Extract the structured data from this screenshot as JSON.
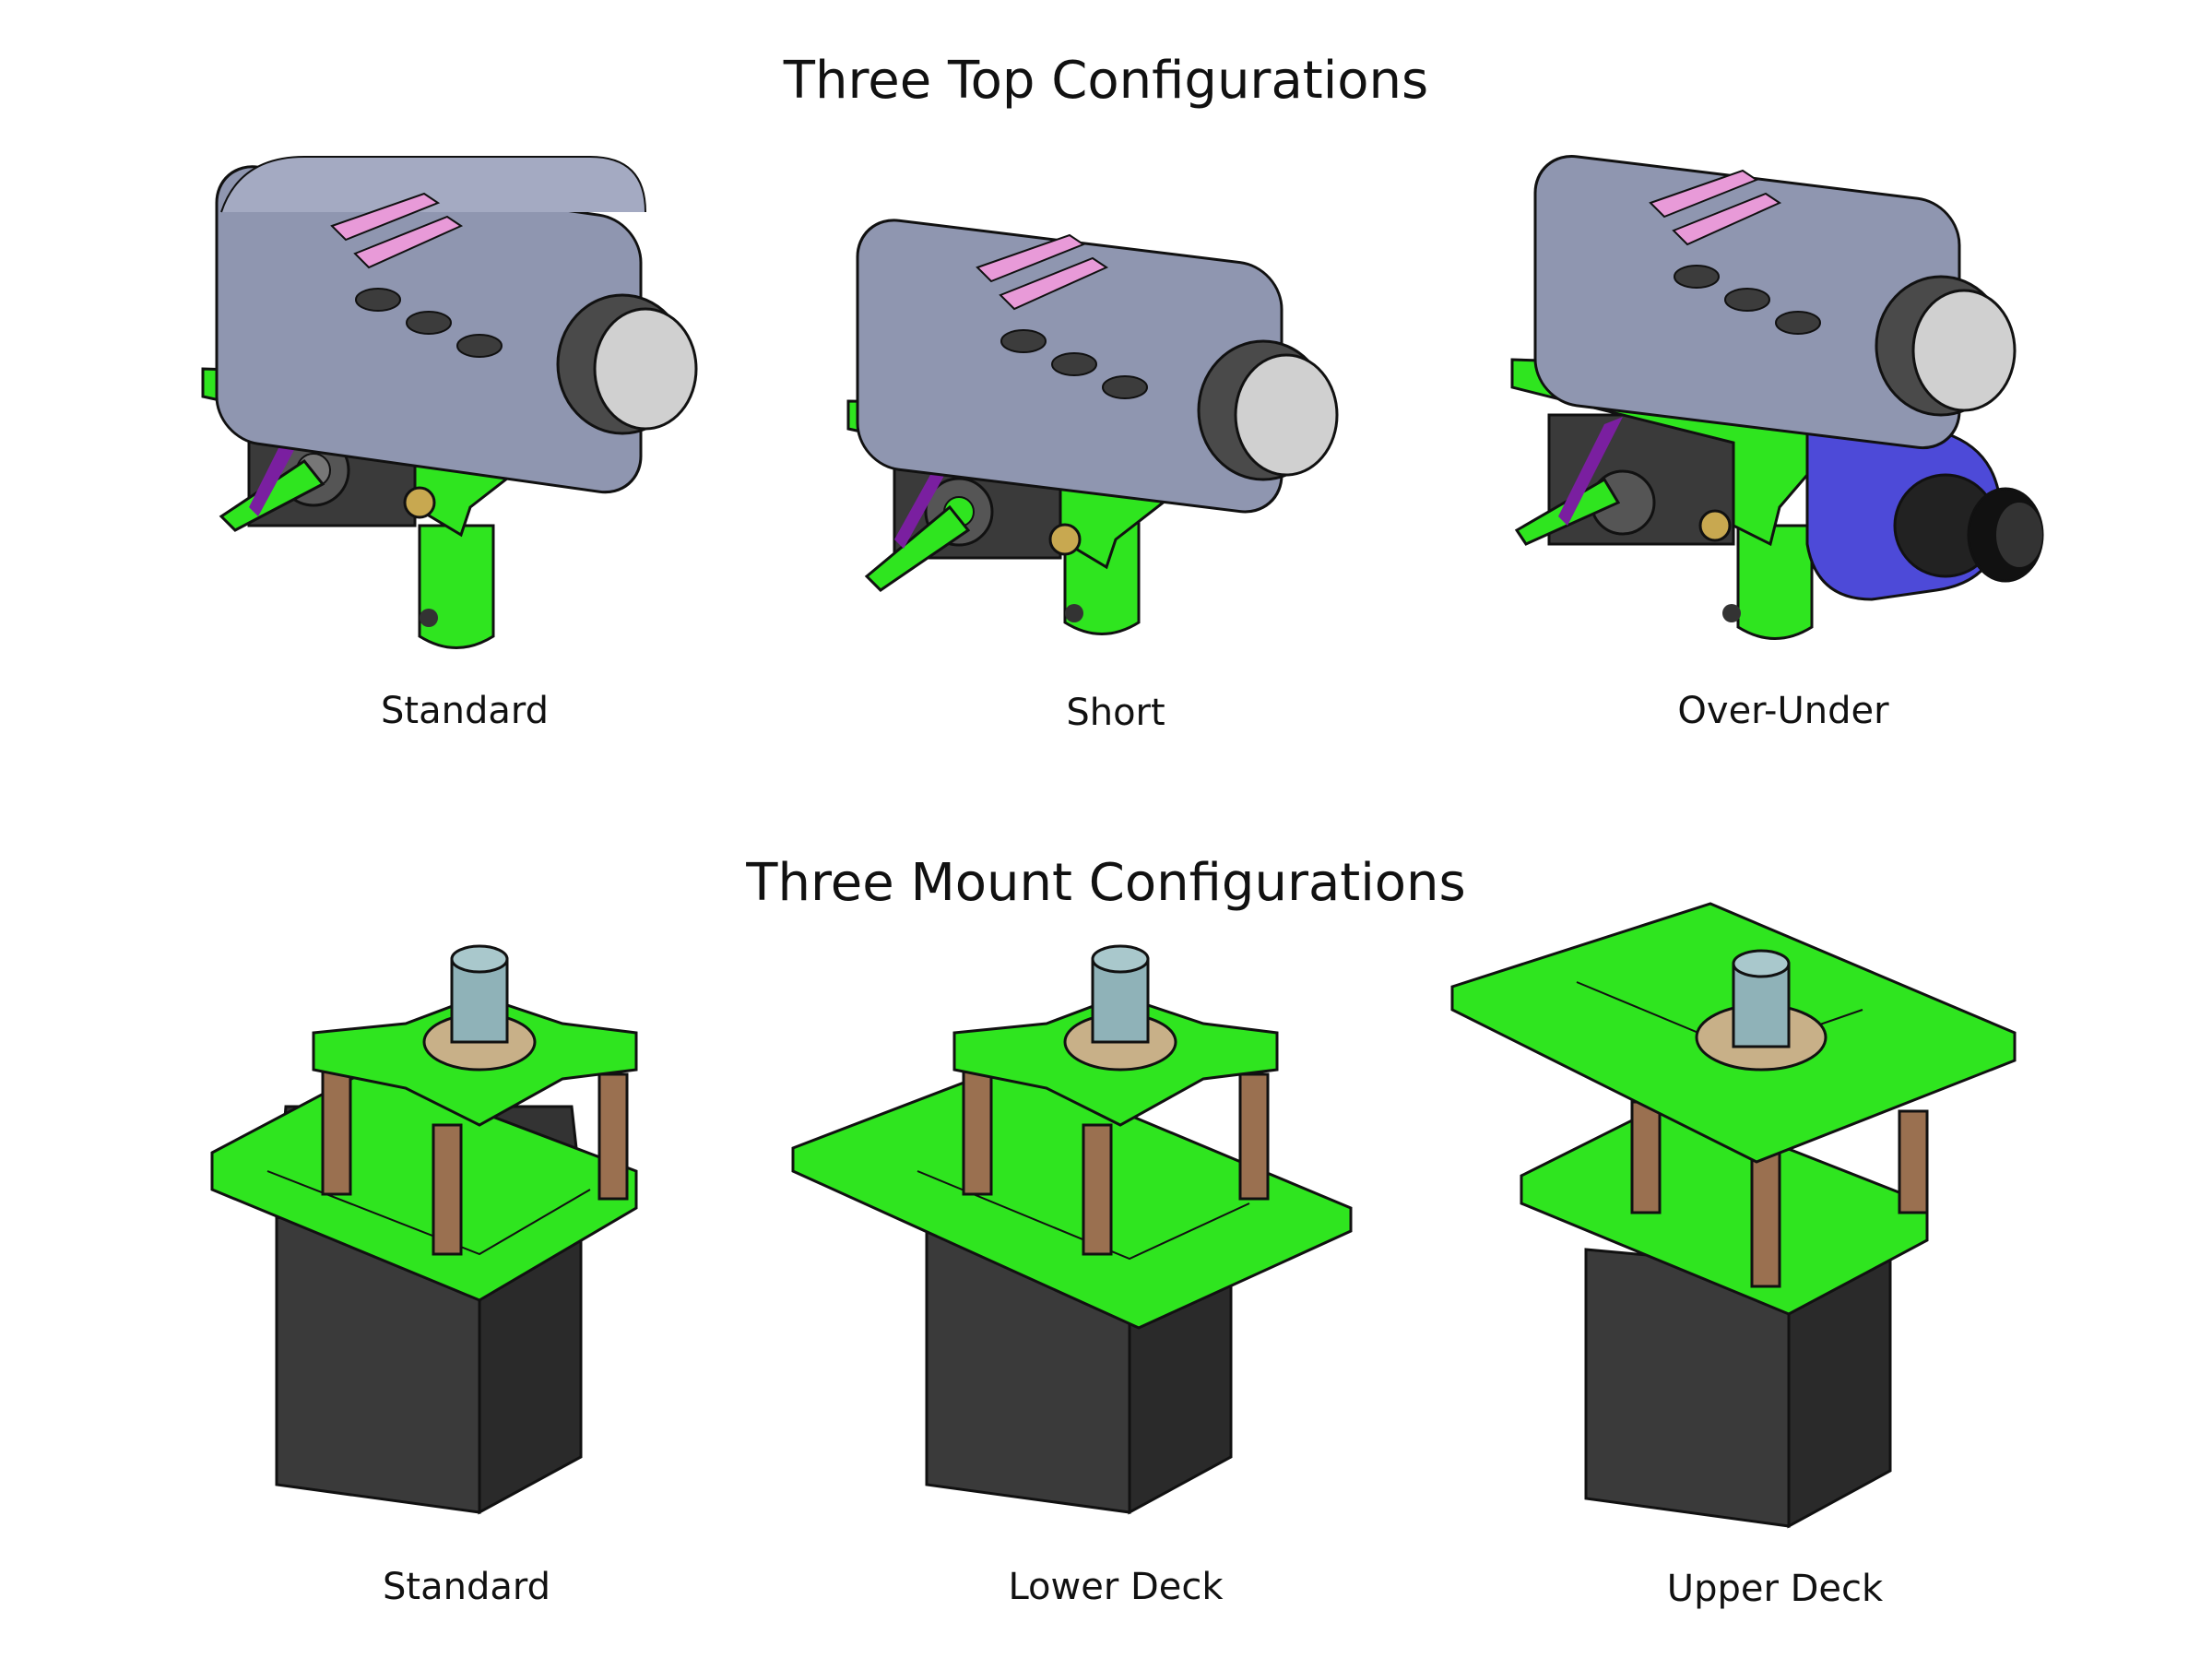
{
  "top_section": {
    "title": "Three Top Configurations",
    "captions": [
      "Standard",
      "Short",
      "Over-Under"
    ]
  },
  "mount_section": {
    "title": "Three Mount Configurations",
    "captions": [
      "Standard",
      "Lower Deck",
      "Upper Deck"
    ]
  },
  "colors": {
    "bracket_green": "#2fe51f",
    "camera_gray": "#8f96b0",
    "lens_dark": "#4a4a4a",
    "accent_pink": "#e89ad8",
    "fpv_camera_blue": "#4d4ad8",
    "servo_dark": "#3c3c3c",
    "standoff_brown": "#9a7050",
    "bearing_teal": "#8fb2b8"
  }
}
